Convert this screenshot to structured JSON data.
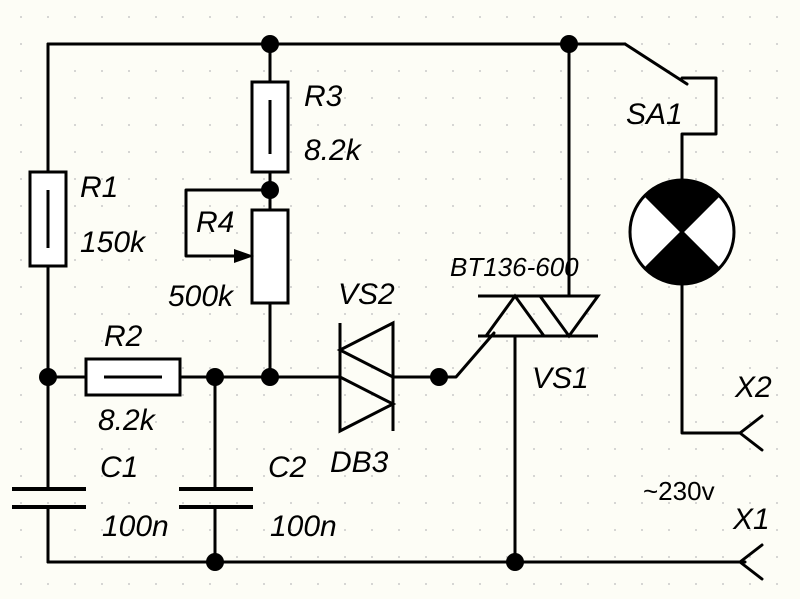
{
  "components": {
    "r1": {
      "ref": "R1",
      "value": "150k"
    },
    "r2": {
      "ref": "R2",
      "value": "8.2k"
    },
    "r3": {
      "ref": "R3",
      "value": "8.2k"
    },
    "r4": {
      "ref": "R4",
      "value": "500k"
    },
    "c1": {
      "ref": "C1",
      "value": "100n"
    },
    "c2": {
      "ref": "C2",
      "value": "100n"
    },
    "diac": {
      "ref": "VS2",
      "part": "DB3"
    },
    "triac": {
      "ref": "VS1",
      "part": "BT136-600"
    },
    "switch": {
      "ref": "SA1"
    },
    "terminal_x1": {
      "ref": "X1"
    },
    "terminal_x2": {
      "ref": "X2"
    }
  },
  "supply": {
    "label": "~230v"
  },
  "colors": {
    "background": "#fdfdf6",
    "ink": "#000000",
    "grid": "#c9c9c9"
  }
}
